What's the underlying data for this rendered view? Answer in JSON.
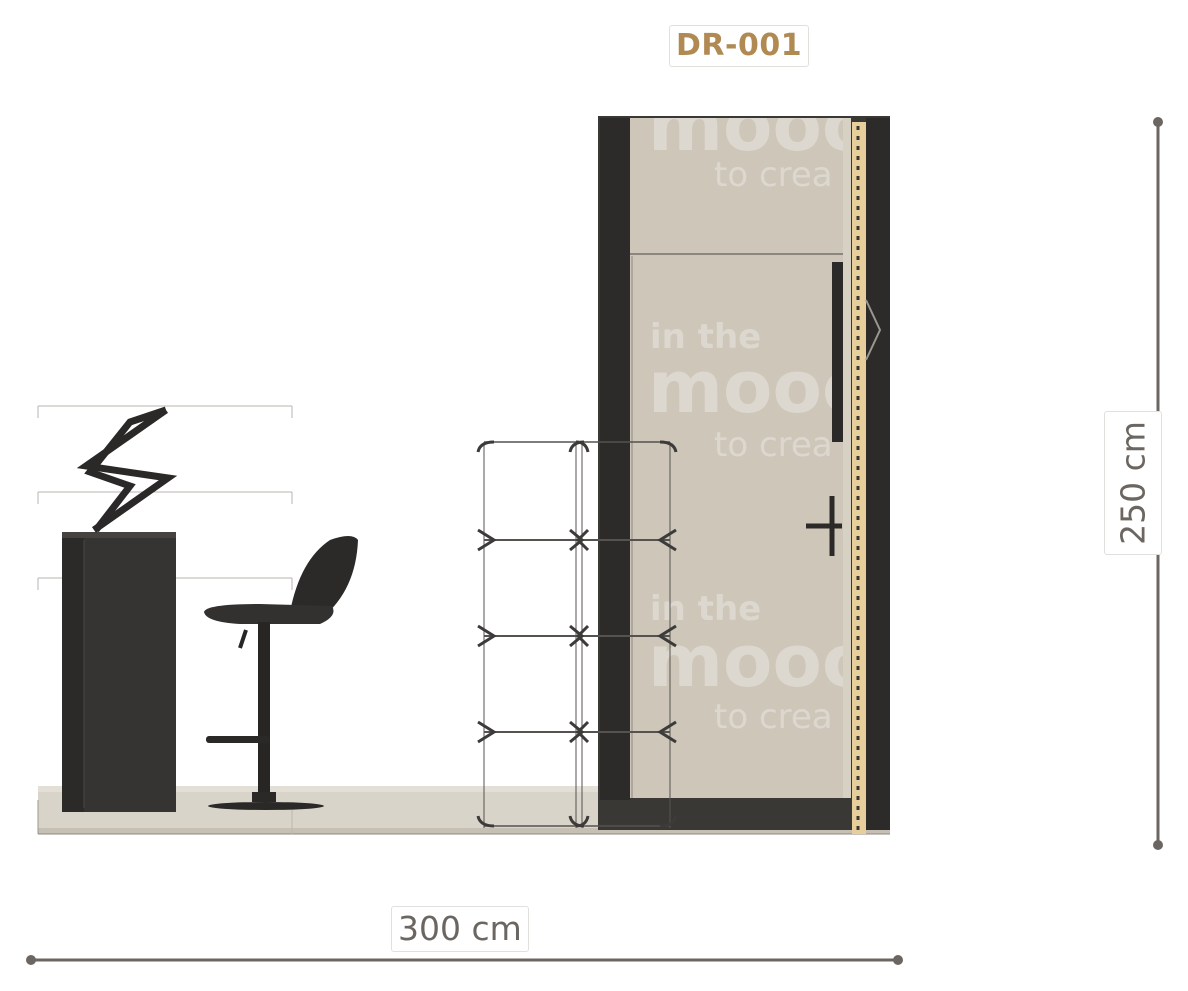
{
  "drawing": {
    "code": "DR-001",
    "width_label": "300 cm",
    "height_label": "250 cm"
  },
  "panel": {
    "graphic_line1": "in the",
    "graphic_line2": "mooo",
    "graphic_line3": "to crea"
  },
  "colors": {
    "accent": "#b08a52",
    "dimension": "#6b6661",
    "frame": "#2f2d2a",
    "panel": "#cfc8bb",
    "floor": "#d8d3c8",
    "wood": "#e4cc96"
  }
}
